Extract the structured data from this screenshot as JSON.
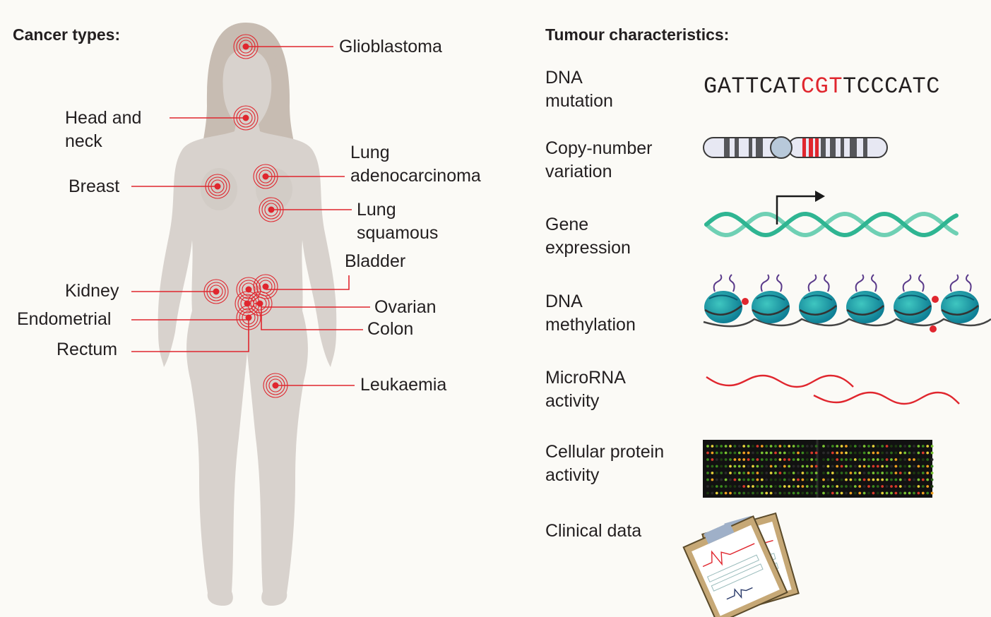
{
  "headers": {
    "cancer_types": "Cancer types:",
    "tumour_characteristics": "Tumour characteristics:"
  },
  "cancer_types": {
    "glioblastoma": "Glioblastoma",
    "head_neck": [
      "Head and",
      "neck"
    ],
    "lung_adeno": [
      "Lung",
      "adenocarcinoma"
    ],
    "breast": "Breast",
    "lung_squamous": [
      "Lung",
      "squamous"
    ],
    "bladder": "Bladder",
    "kidney": "Kidney",
    "ovarian": "Ovarian",
    "endometrial": "Endometrial",
    "colon": "Colon",
    "rectum": "Rectum",
    "leukaemia": "Leukaemia"
  },
  "characteristics": {
    "dna_mutation": [
      "DNA",
      "mutation"
    ],
    "copy_number": [
      "Copy-number",
      "variation"
    ],
    "gene_expression": [
      "Gene",
      "expression"
    ],
    "dna_methylation": [
      "DNA",
      "methylation"
    ],
    "microrna": [
      "MicroRNA",
      "activity"
    ],
    "protein": [
      "Cellular protein",
      "activity"
    ],
    "clinical": "Clinical data"
  },
  "sequence": {
    "before": "GATTCAT",
    "highlight": "CGT",
    "after": "TCCCATC"
  },
  "colors": {
    "accent_red": "#e0262e",
    "body": "#d8d2cd",
    "hair": "#c7bcb2",
    "helix": "#2fb592",
    "nucleosome": "#1aa5a0"
  }
}
